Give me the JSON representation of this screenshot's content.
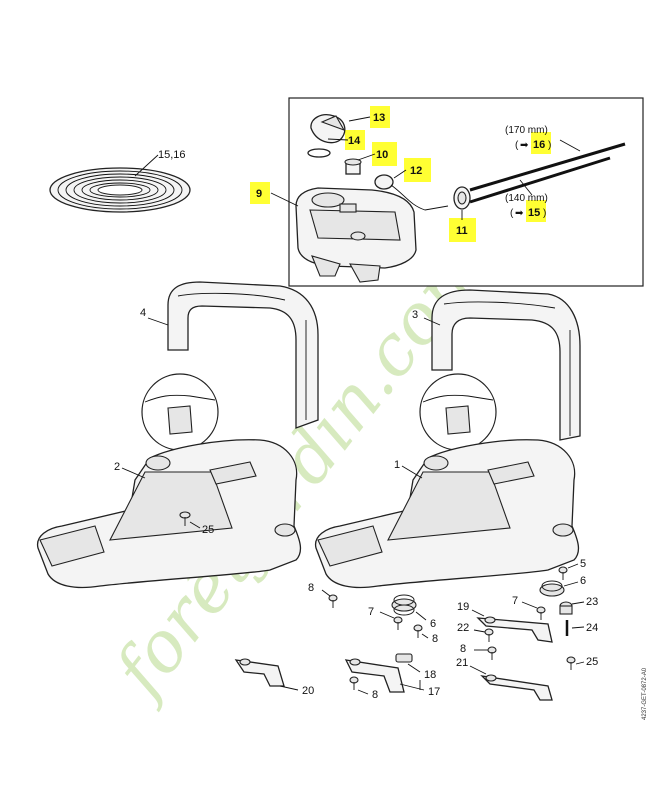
{
  "watermark": "forêtjardin.com",
  "drawing_code": "4237-GET-0872-A0",
  "colors": {
    "highlight": "#ffff33",
    "watermark": "#b6d98a"
  },
  "callouts": {
    "c1": "1",
    "c2": "2",
    "c3": "3",
    "c4": "4",
    "c5": "5",
    "c6a": "6",
    "c6b": "6",
    "c7a": "7",
    "c7b": "7",
    "c8a": "8",
    "c8b": "8",
    "c8c": "8",
    "c9": "9",
    "c10": "10",
    "c11": "11",
    "c12": "12",
    "c13": "13",
    "c14": "14",
    "c1516": "15,16",
    "c15": "15",
    "c16": "16",
    "c17": "17",
    "c18": "18",
    "c19": "19",
    "c20": "20",
    "c21": "21",
    "c22": "22",
    "c23": "23",
    "c24": "24",
    "c25a": "25",
    "c25b": "25",
    "len170": "(170 mm)",
    "len140": "(140 mm)",
    "arrow": "➡",
    "paren_open": "(",
    "paren_close": ")"
  }
}
